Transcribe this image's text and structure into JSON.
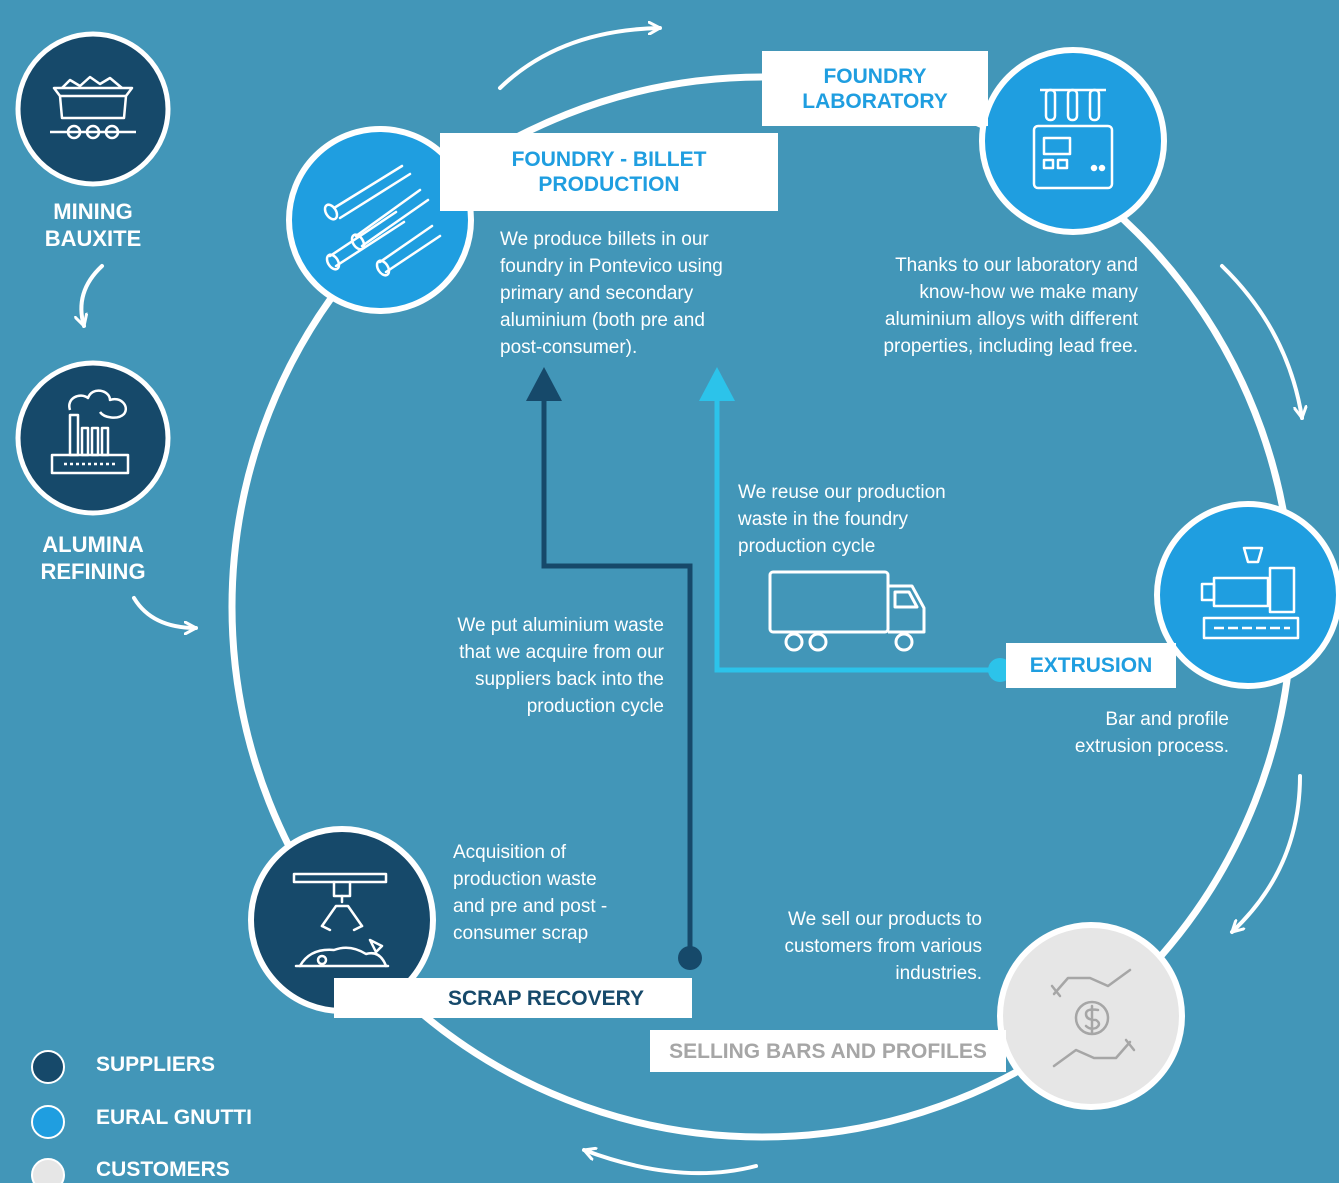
{
  "side_chain": {
    "mining": [
      "MINING",
      "BAUXITE"
    ],
    "refining": [
      "ALUMINA",
      "REFINING"
    ],
    "mining_icon": "mine-cart-icon",
    "refining_icon": "refinery-factory-icon"
  },
  "stages": {
    "billet": {
      "title": [
        "FOUNDRY - BILLET",
        "PRODUCTION"
      ],
      "text": [
        "We produce billets in our",
        "foundry in Pontevico using",
        "primary and secondary",
        "aluminium (both pre and",
        "post-consumer)."
      ],
      "icon": "billets-icon"
    },
    "laboratory": {
      "title": [
        "FOUNDRY",
        "LABORATORY"
      ],
      "text": [
        "Thanks to our laboratory and",
        "know-how we make many",
        "aluminium alloys with different",
        "properties, including lead free."
      ],
      "icon": "laboratory-instrument-icon"
    },
    "extrusion": {
      "title": "EXTRUSION",
      "text": [
        "Bar and profile",
        "extrusion process."
      ],
      "icon": "extrusion-press-icon"
    },
    "selling": {
      "title": "SELLING BARS AND PROFILES",
      "text": [
        "We sell our products to",
        "customers from various",
        "industries."
      ],
      "icon": "hands-money-icon"
    },
    "scrap": {
      "title": "SCRAP RECOVERY",
      "text": [
        "Acquisition of",
        "production waste",
        "and pre and post -",
        "consumer scrap"
      ],
      "icon": "scrap-crane-claw-icon"
    }
  },
  "flows": {
    "reuse": [
      "We reuse our production",
      "waste in the foundry",
      "production cycle"
    ],
    "reuse_icon": "truck-icon",
    "waste": [
      "We put aluminium waste",
      "that we acquire from our",
      "suppliers back into the",
      "production cycle"
    ]
  },
  "legend": [
    {
      "label": "SUPPLIERS",
      "color": "#16496a"
    },
    {
      "label": "EURAL GNUTTI",
      "color": "#1f9ee0"
    },
    {
      "label": "CUSTOMERS",
      "color": "#e6e6e6"
    }
  ],
  "colors": {
    "background": "#4296b8",
    "suppliers": "#16496a",
    "eural_gnutti": "#1f9ee0",
    "customers": "#e6e6e6",
    "reuse_line": "#2cc3ea"
  }
}
